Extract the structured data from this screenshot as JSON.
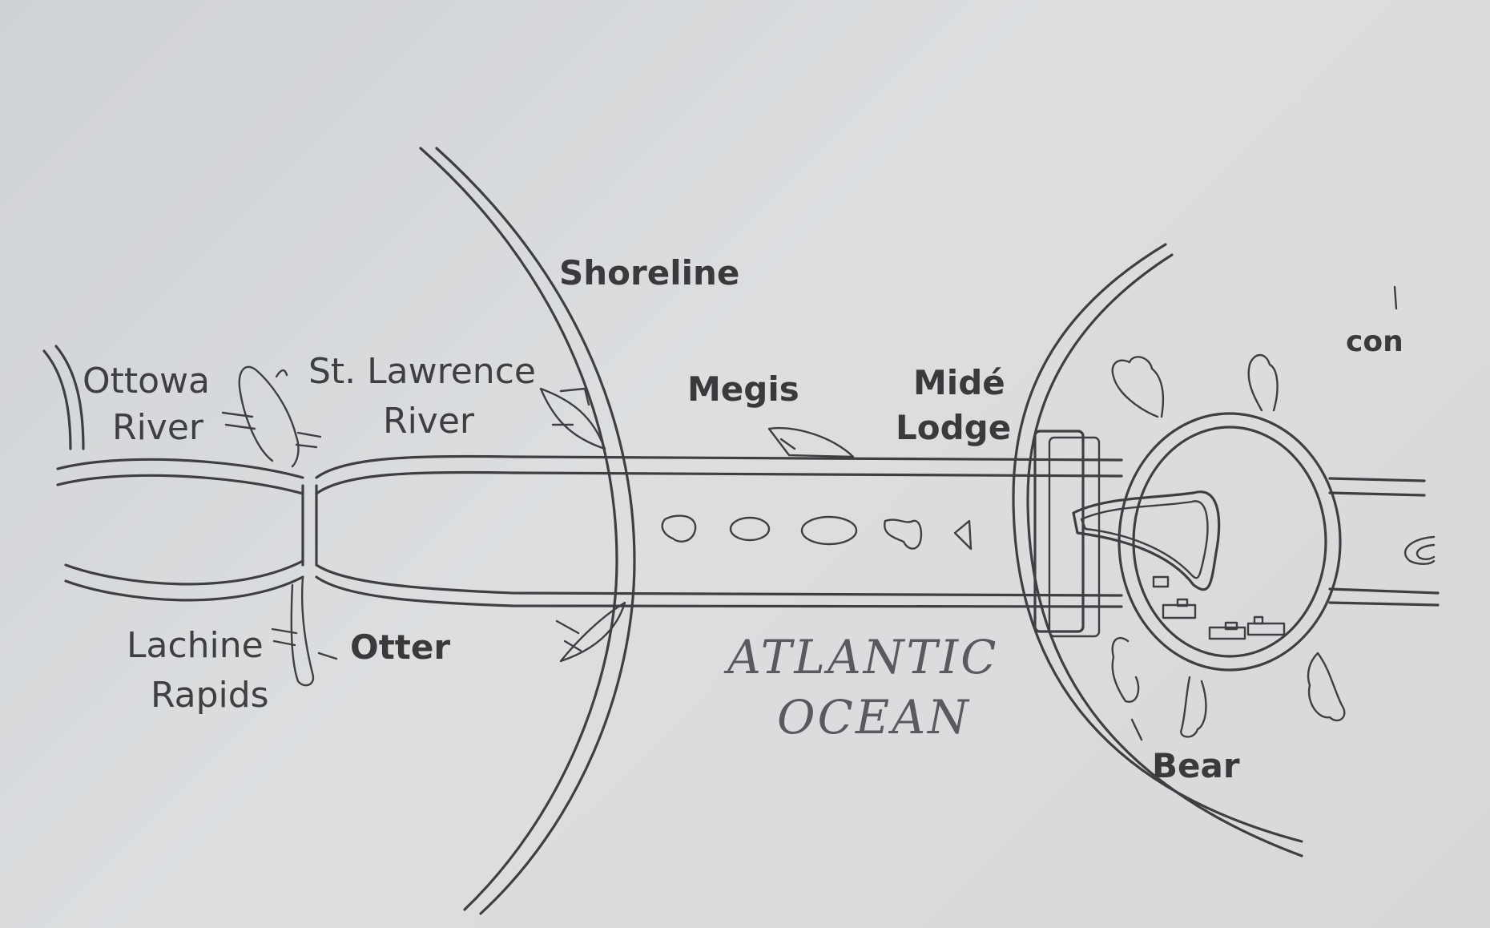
{
  "labels": {
    "ottawa_1": "Ottowa",
    "ottawa_2": "River",
    "stlawrence_1": "St. Lawrence",
    "stlawrence_2": "River",
    "shoreline": "Shoreline",
    "megis": "Megis",
    "mide_1": "Midé",
    "mide_2": "Lodge",
    "lachine_1": "Lachine",
    "lachine_2": "Rapids",
    "otter": "Otter",
    "ocean_1": "ATLANTIC",
    "ocean_2": "OCEAN",
    "bear": "Bear",
    "con": "con"
  },
  "colors": {
    "ink": "#3f3f42",
    "paper": "#d6d8da"
  }
}
